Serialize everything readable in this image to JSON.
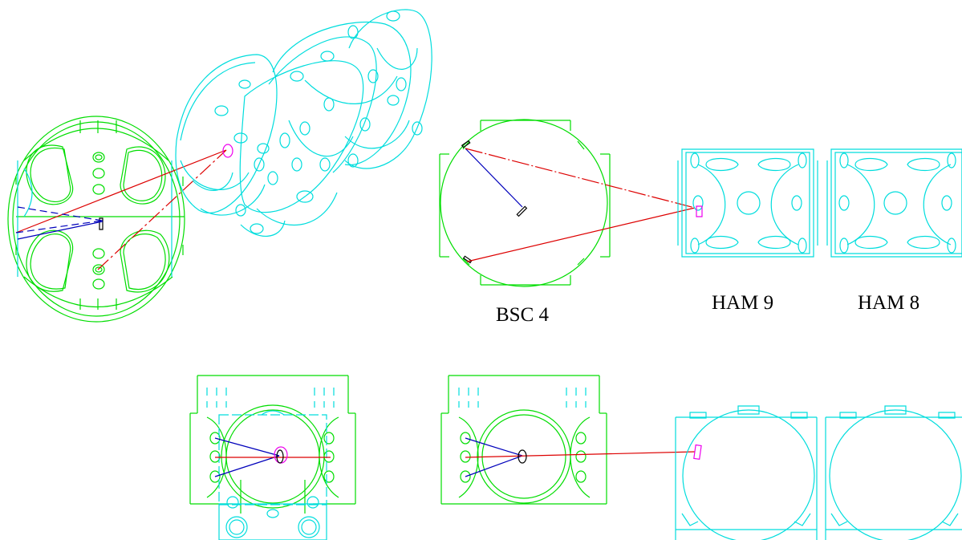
{
  "labels": {
    "bsc4": "BSC 4",
    "ham9": "HAM 9",
    "ham8": "HAM 8"
  },
  "colors": {
    "chamber_bsc": "#00dd00",
    "chamber_ham": "#00dddd",
    "beam_red": "#dd0000",
    "beam_blue": "#0000bb",
    "optic_magenta": "#ee00ee",
    "optic_black": "#000000"
  }
}
